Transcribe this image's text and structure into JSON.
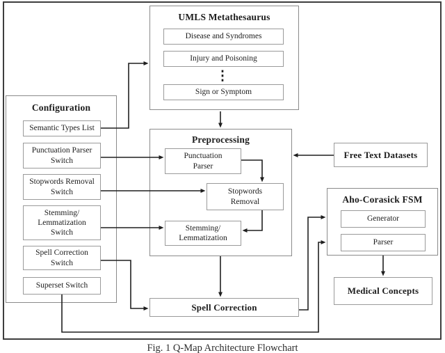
{
  "caption": "Fig. 1 Q-Map Architecture Flowchart",
  "umls": {
    "title": "UMLS Metathesaurus",
    "items": [
      "Disease and Syndromes",
      "Injury and Poisoning",
      "Sign or Symptom"
    ],
    "ellipsis_icon": "⋮"
  },
  "configuration": {
    "title": "Configuration",
    "items": [
      "Semantic Types List",
      "Punctuation Parser Switch",
      "Stopwords Removal Switch",
      "Stemming/ Lemmatization Switch",
      "Spell Correction Switch",
      "Superset Switch"
    ]
  },
  "preprocessing": {
    "title": "Preprocessing",
    "steps": [
      "Punctuation Parser",
      "Stopwords Removal",
      "Stemming/ Lemmatization"
    ]
  },
  "free_text_datasets": {
    "label": "Free Text Datasets"
  },
  "aho_corasick": {
    "title": "Aho-Corasick FSM",
    "items": [
      "Generator",
      "Parser"
    ]
  },
  "medical_concepts": {
    "label": "Medical Concepts"
  },
  "spell_correction": {
    "label": "Spell Correction"
  },
  "colors": {
    "line": "#1f1f1f",
    "box_border": "#8f8f8f",
    "frame": "#3d3d3d",
    "text": "#1c1c1c",
    "background": "#ffffff"
  }
}
